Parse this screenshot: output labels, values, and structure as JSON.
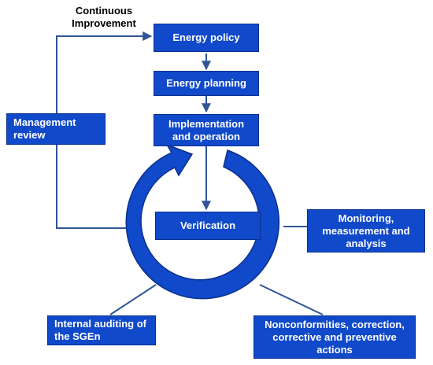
{
  "diagram": {
    "caption": "Continuous\nImprovement",
    "nodes": {
      "energy_policy": "Energy policy",
      "energy_planning": "Energy planning",
      "implementation": "Implementation\nand operation",
      "verification": "Verification",
      "management_review": "Management\nreview",
      "monitoring": "Monitoring,\nmeasurement and\nanalysis",
      "internal_auditing": "Internal auditing of\nthe SGEn",
      "nonconformities": "Nonconformities, correction,\ncorrective and preventive\nactions"
    },
    "colors": {
      "box_fill": "#1049c9",
      "box_border": "#0a2f8c",
      "ring_fill": "#1049c9",
      "ring_outline": "#0a2f8c",
      "connector": "#2f5597"
    }
  }
}
